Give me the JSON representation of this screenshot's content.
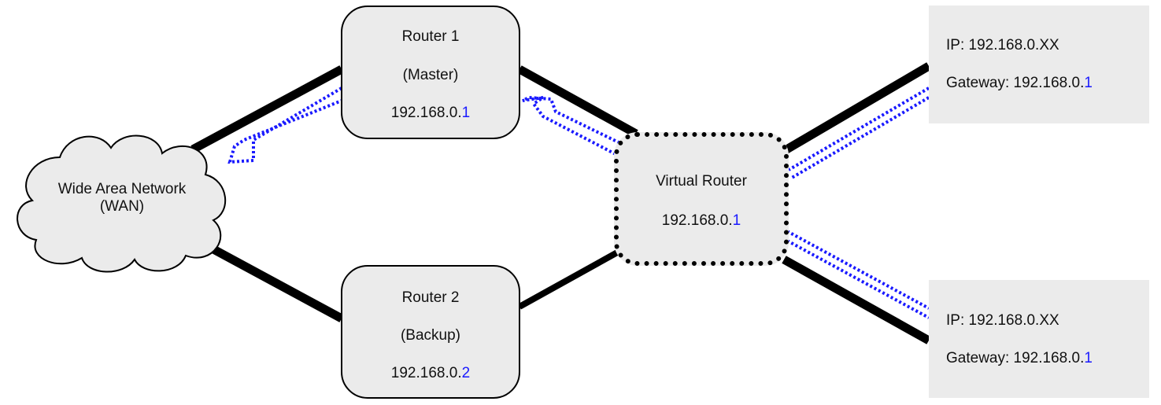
{
  "wan": {
    "line1": "Wide Area Network",
    "line2": "(WAN)"
  },
  "router1": {
    "title": "Router 1",
    "role": "(Master)",
    "ip_prefix": "192.168.0.",
    "ip_last": "1"
  },
  "router2": {
    "title": "Router 2",
    "role": "(Backup)",
    "ip_prefix": "192.168.0.",
    "ip_last": "2"
  },
  "virtual_router": {
    "title": "Virtual Router",
    "ip_prefix": "192.168.0.",
    "ip_last": "1"
  },
  "host_top": {
    "ip": "IP: 192.168.0.XX",
    "gateway_prefix": "Gateway: 192.168.0.",
    "gateway_last": "1"
  },
  "host_bottom": {
    "ip": "IP: 192.168.0.XX",
    "gateway_prefix": "Gateway: 192.168.0.",
    "gateway_last": "1"
  },
  "colors": {
    "accent": "#1a1aff",
    "node_fill": "#ebebeb",
    "link": "#000000",
    "traffic": "#1a1aff"
  }
}
